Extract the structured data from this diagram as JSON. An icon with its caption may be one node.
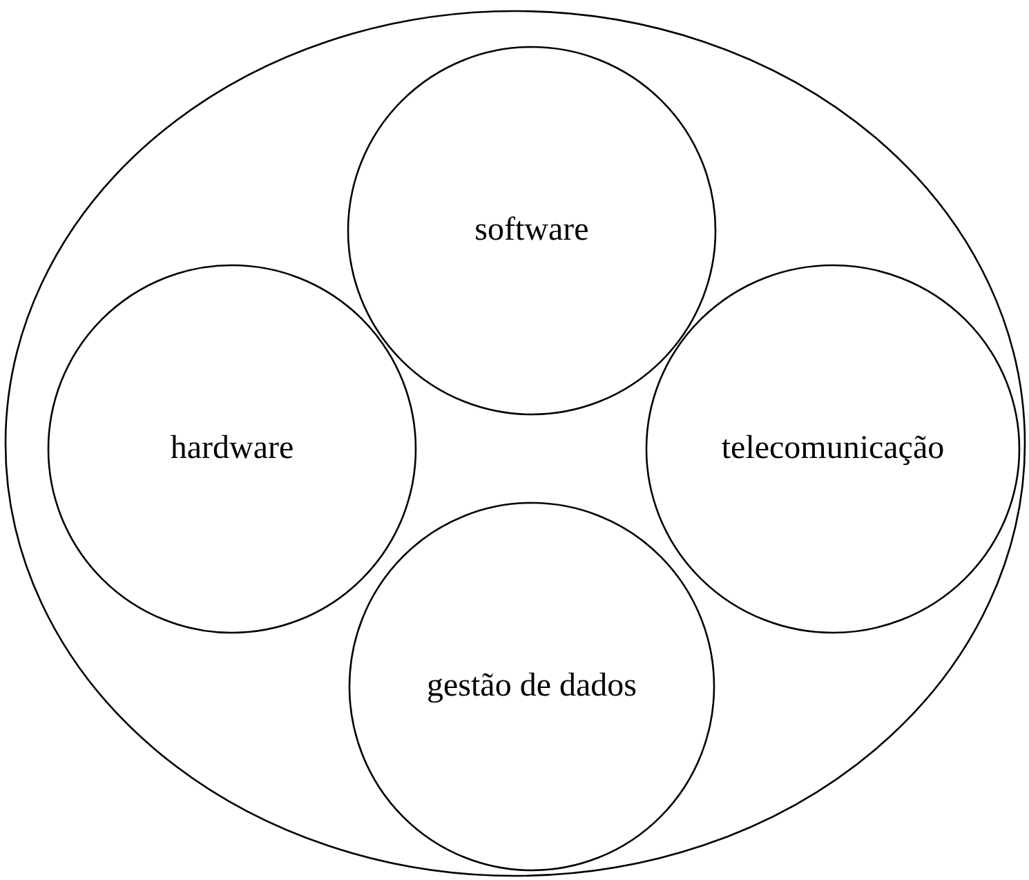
{
  "diagram": {
    "nodes": [
      {
        "text": [],
        "shape": "ellipse"
      },
      {
        "text": [
          "software"
        ],
        "in": 0
      },
      {
        "text": [
          "hardware"
        ],
        "in": 0
      },
      {
        "text": [
          "telecomunicação"
        ],
        "in": 0
      },
      {
        "text": [
          "gestão de dados"
        ],
        "in": 0
      }
    ]
  }
}
